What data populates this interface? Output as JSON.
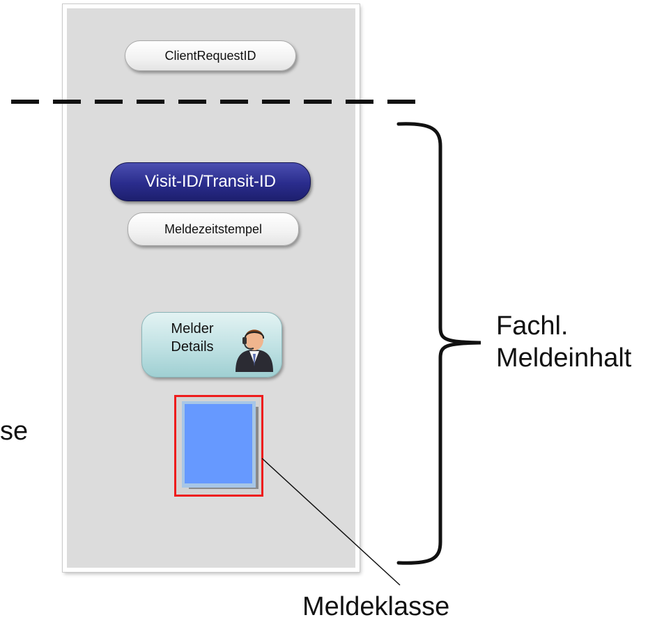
{
  "pills": {
    "client_request": "ClientRequestID",
    "visit_transit": "Visit-ID/Transit-ID",
    "meldezeitstempel": "Meldezeitstempel",
    "melder_line1": "Melder",
    "melder_line2": "Details"
  },
  "labels": {
    "fachl_line1": "Fachl.",
    "fachl_line2": "Meldeinhalt",
    "meldeklasse": "Meldeklasse",
    "left_cut": "se"
  },
  "icons": {
    "melder": "person-headset-icon",
    "document": "document-icon"
  },
  "colors": {
    "navy_pill": "#2a2c8c",
    "document": "#6699ff",
    "highlight_border": "#ee1c1c",
    "panel": "#dcdcdc"
  }
}
